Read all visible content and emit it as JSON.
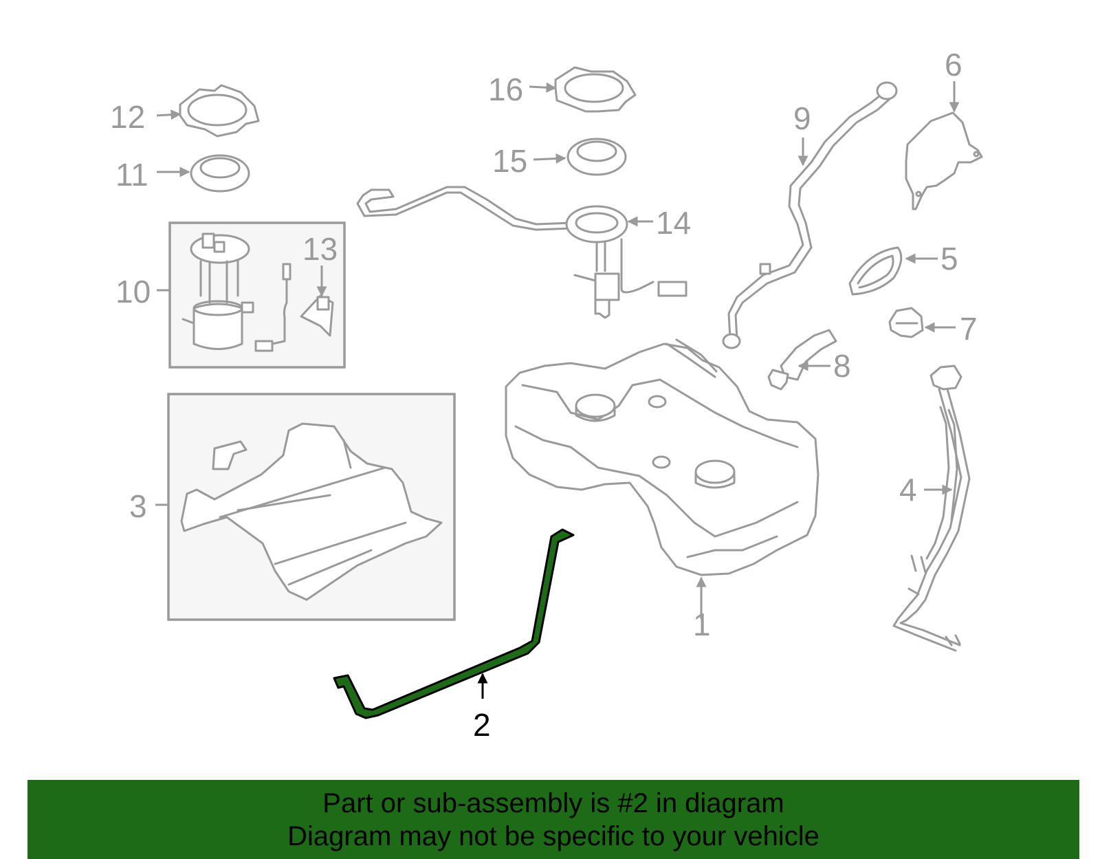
{
  "diagram": {
    "callouts": {
      "c1": "1",
      "c2": "2",
      "c3": "3",
      "c4": "4",
      "c5": "5",
      "c6": "6",
      "c7": "7",
      "c8": "8",
      "c9": "9",
      "c10": "10",
      "c11": "11",
      "c12": "12",
      "c13": "13",
      "c14": "14",
      "c15": "15",
      "c16": "16"
    },
    "highlighted_part": "2",
    "colors": {
      "line": "#9a9a9a",
      "highlight_fill": "#1e6b17",
      "highlight_stroke": "#000000",
      "banner": "#1e6b17"
    }
  },
  "banner": {
    "line1": "Part or sub-assembly is #2 in diagram",
    "line2": "Diagram may not be specific to your vehicle"
  }
}
